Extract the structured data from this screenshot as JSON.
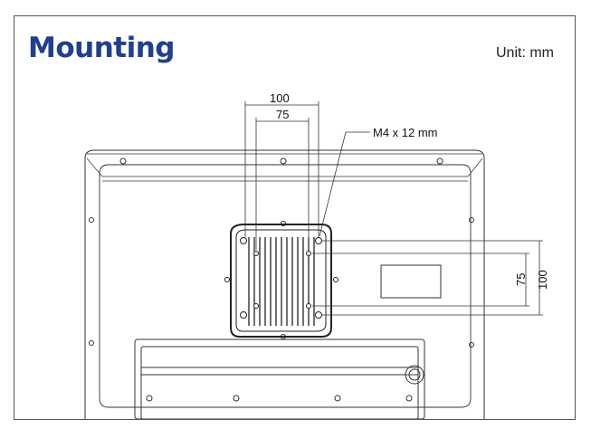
{
  "header": {
    "title": "Mounting",
    "unit_label": "Unit: mm"
  },
  "diagram": {
    "dim_h_outer": "100",
    "dim_h_inner": "75",
    "dim_v_outer": "100",
    "dim_v_inner": "75",
    "screw_callout": "M4 x 12 mm"
  },
  "colors": {
    "title": "#1f3f8f",
    "frame": "#555555",
    "line": "#333333"
  }
}
